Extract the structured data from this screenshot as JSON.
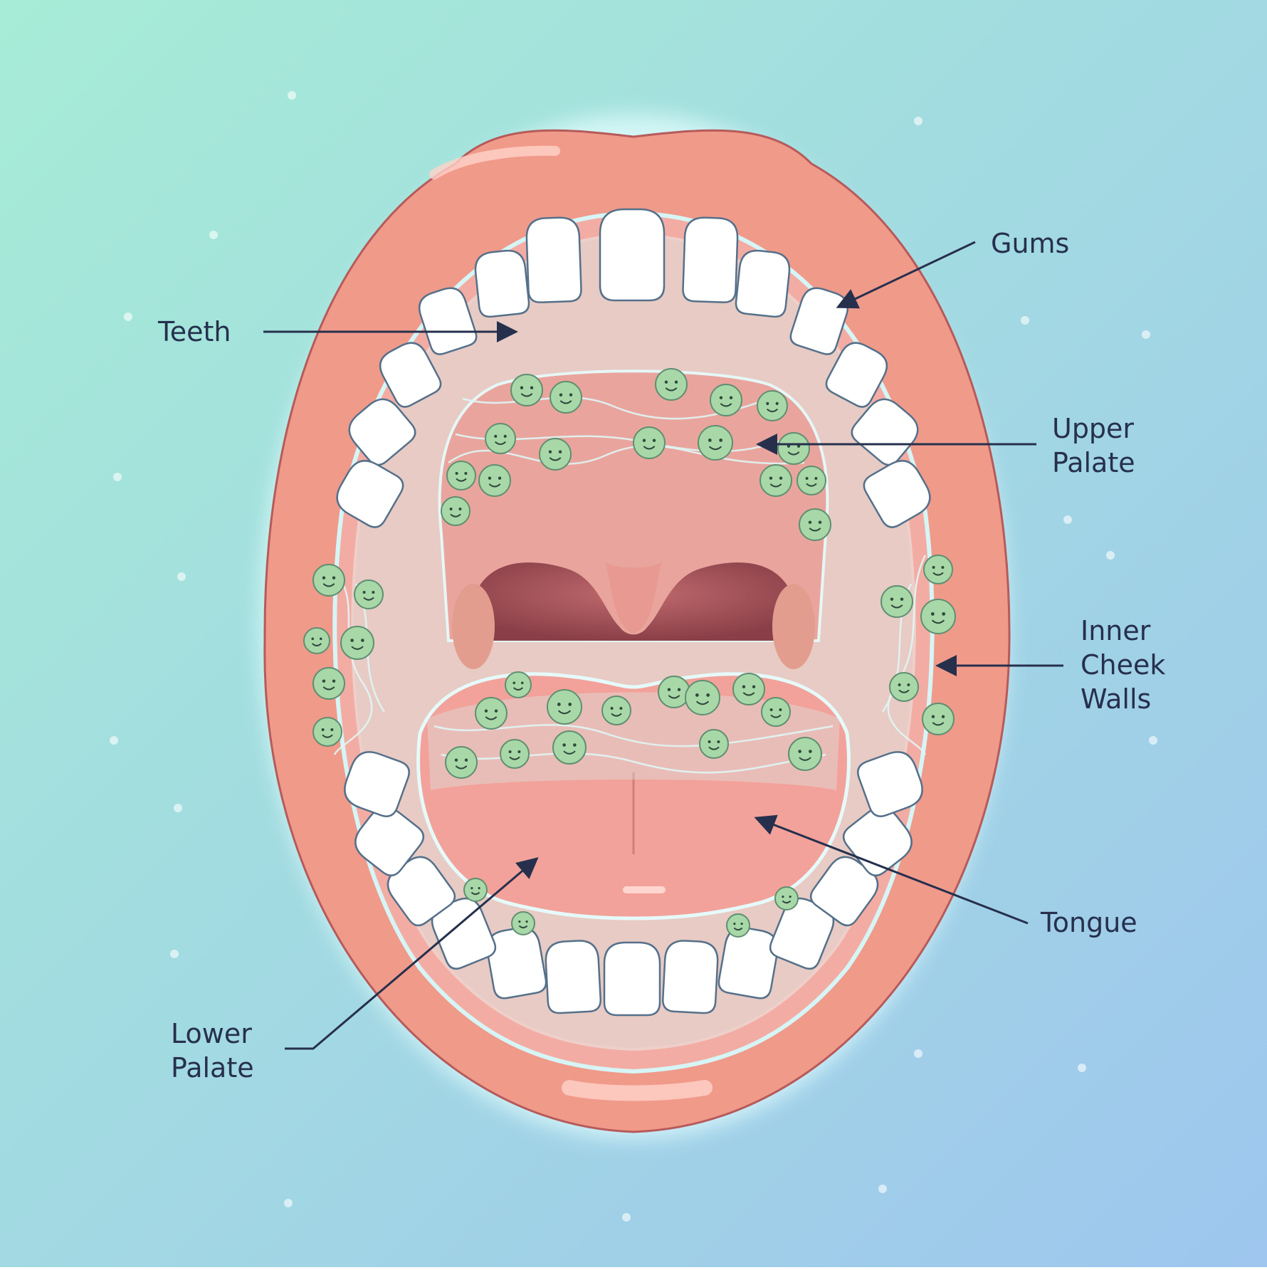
{
  "colors": {
    "background_start": "#a6ecd6",
    "background_end": "#9ec6ee",
    "lip": "#f09a8a",
    "lip_outline": "#b75a5a",
    "gum": "#f3aca3",
    "tooth": "#ffffff",
    "tooth_outline": "#55708a",
    "throat": "#9a4e56",
    "tongue": "#f2a29a",
    "bacteria": "#a9d8a8",
    "plaque_line": "#dff6f6",
    "label_text": "#26304d"
  },
  "labels": {
    "teeth": "Teeth",
    "gums": "Gums",
    "upper_palate": "Upper\nPalate",
    "inner_cheek_walls": "Inner\nCheek\nWalls",
    "tongue": "Tongue",
    "lower_palate": "Lower\nPalate"
  },
  "icons": {
    "bacteria": "smiling-green-bacteria-icon",
    "arrow": "arrow-pointer-icon"
  }
}
